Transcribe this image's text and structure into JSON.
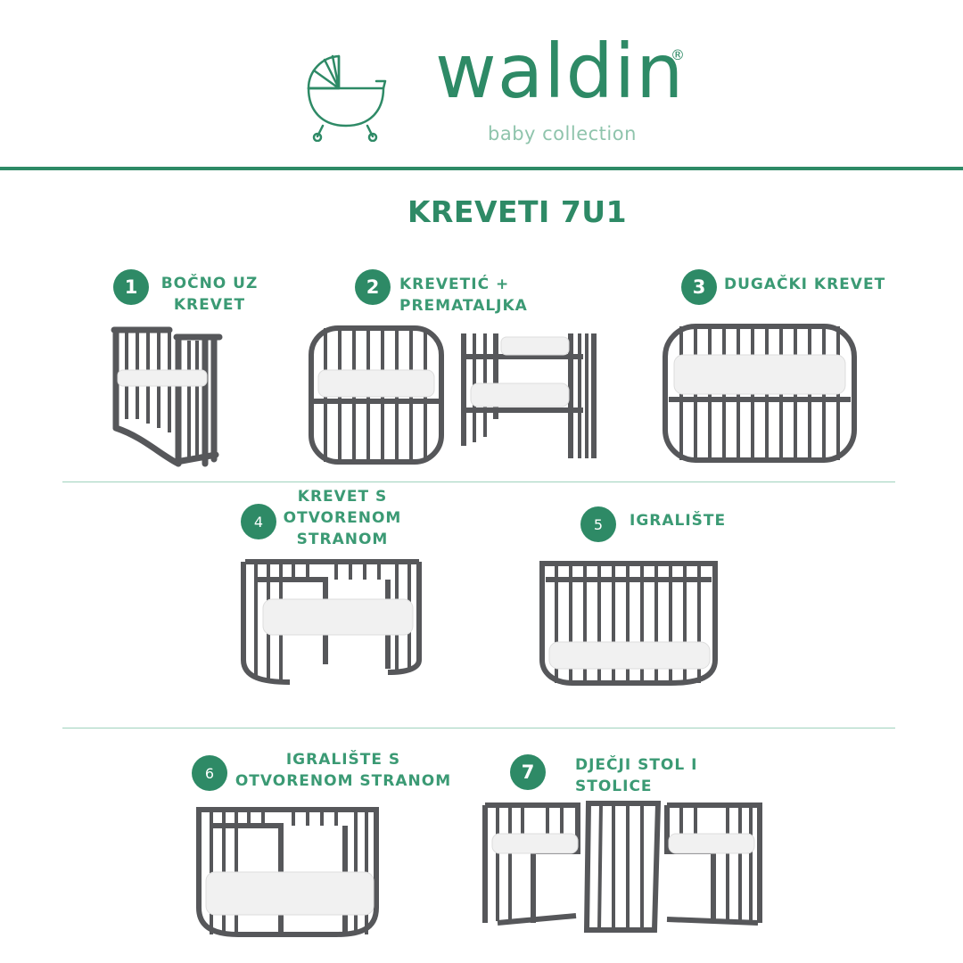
{
  "brand": {
    "name": "waldin",
    "registered": "®",
    "tagline": "baby collection"
  },
  "title": "KREVETI 7U1",
  "colors": {
    "accent": "#2e8a66",
    "accent_light": "#8fc4ac",
    "frame": "#56575a",
    "mattress": "#f1f1f1"
  },
  "steps": [
    {
      "number": "1",
      "label": "BOČNO UZ KREVET",
      "icon": "side-sleeper-crib"
    },
    {
      "number": "2",
      "label": "KREVETIĆ + PREMATALJKA",
      "icon": "crib-with-changing-table"
    },
    {
      "number": "3",
      "label": "DUGAČKI KREVET",
      "icon": "long-oval-bed"
    },
    {
      "number": "4",
      "label_lines": [
        "KREVET S",
        "OTVORENOM",
        "STRANOM"
      ],
      "icon": "bed-open-side"
    },
    {
      "number": "5",
      "label": "IGRALIŠTE",
      "icon": "playpen"
    },
    {
      "number": "6",
      "label_lines": [
        "IGRALIŠTE S",
        "OTVORENOM STRANOM"
      ],
      "icon": "playpen-open-side"
    },
    {
      "number": "7",
      "label": "DJEČJI STOL I STOLICE",
      "icon": "table-and-chairs"
    }
  ]
}
